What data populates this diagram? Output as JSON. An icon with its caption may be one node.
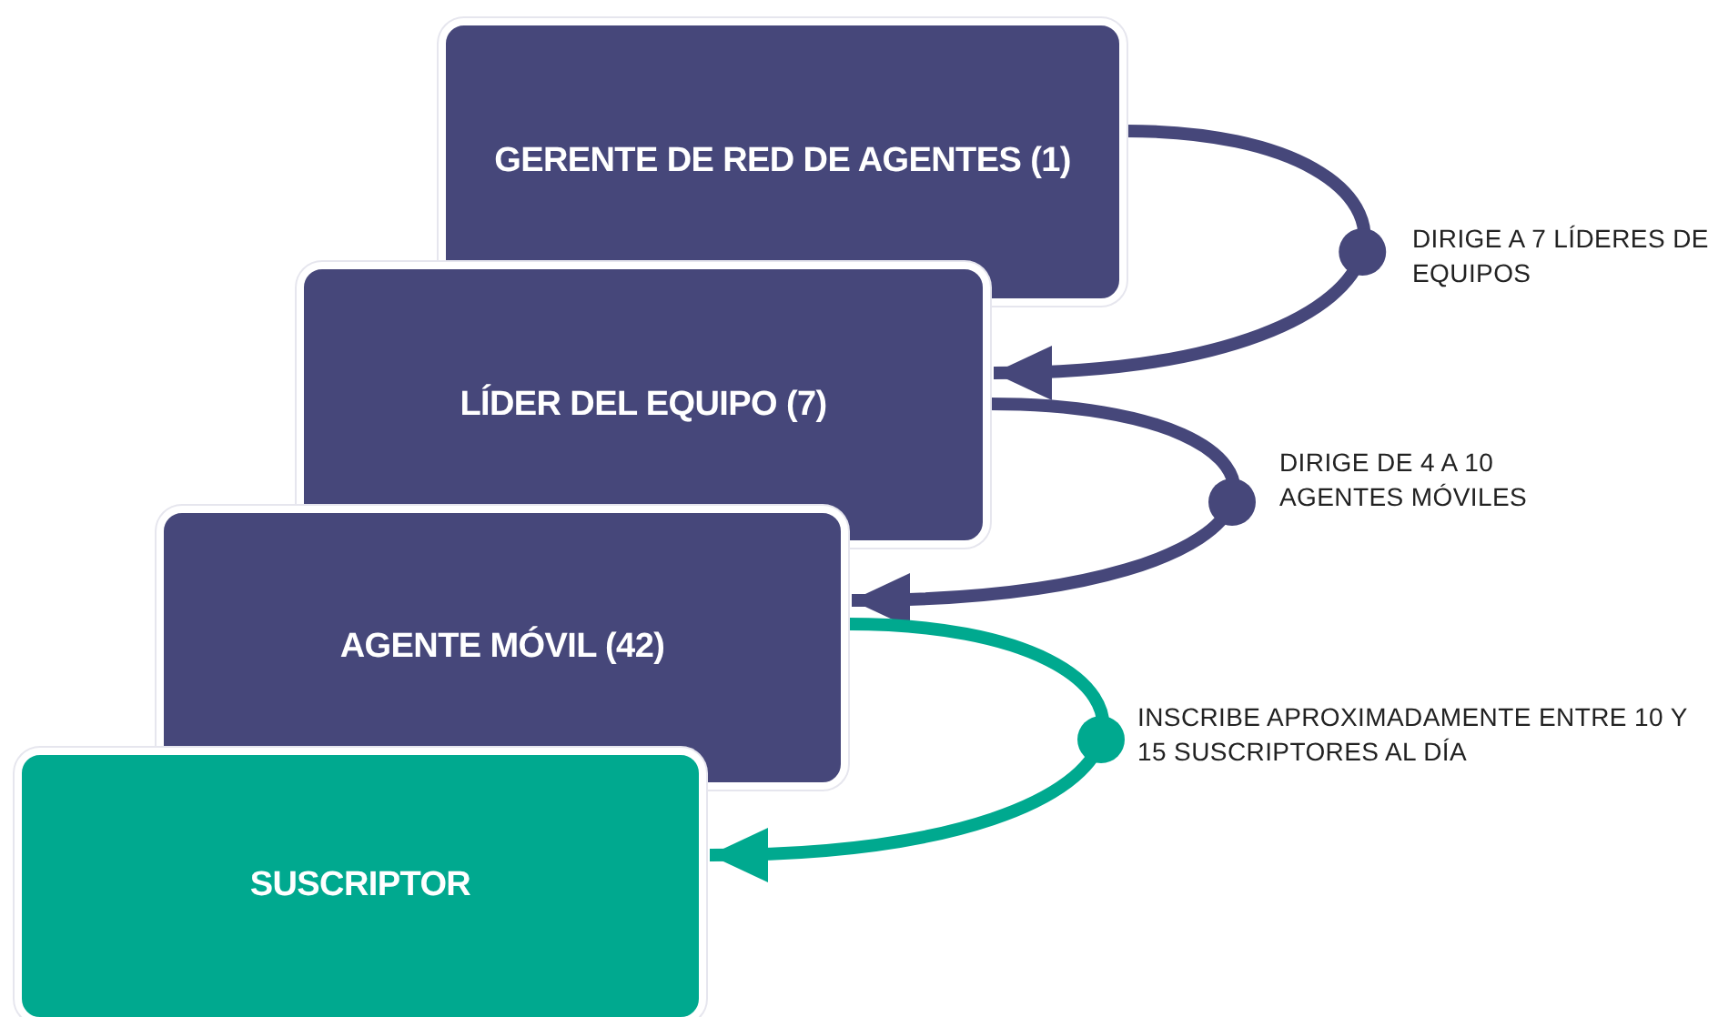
{
  "diagram": {
    "nodes": [
      {
        "text": [
          "GERENTE DE RED DE AGENTES (1)"
        ]
      },
      {
        "text": [
          "LÍDER DEL EQUIPO (7)"
        ]
      },
      {
        "text": [
          "AGENTE MÓVIL (42)"
        ]
      },
      {
        "text": [
          "SUSCRIPTOR"
        ]
      }
    ],
    "edges": [
      {
        "from": 0,
        "to": 1,
        "arrow": "to",
        "label": "DIRIGE A 7 LÍDERES DE EQUIPOS"
      },
      {
        "from": 1,
        "to": 2,
        "arrow": "to",
        "label": "DIRIGE DE 4 A 10 AGENTES MÓVILES"
      },
      {
        "from": 2,
        "to": 3,
        "arrow": "to",
        "label": "INSCRIBE APROXIMADAMENTE ENTRE 10 Y 15 SUSCRIPTORES AL DÍA",
        "color": "#00a98f"
      }
    ]
  }
}
